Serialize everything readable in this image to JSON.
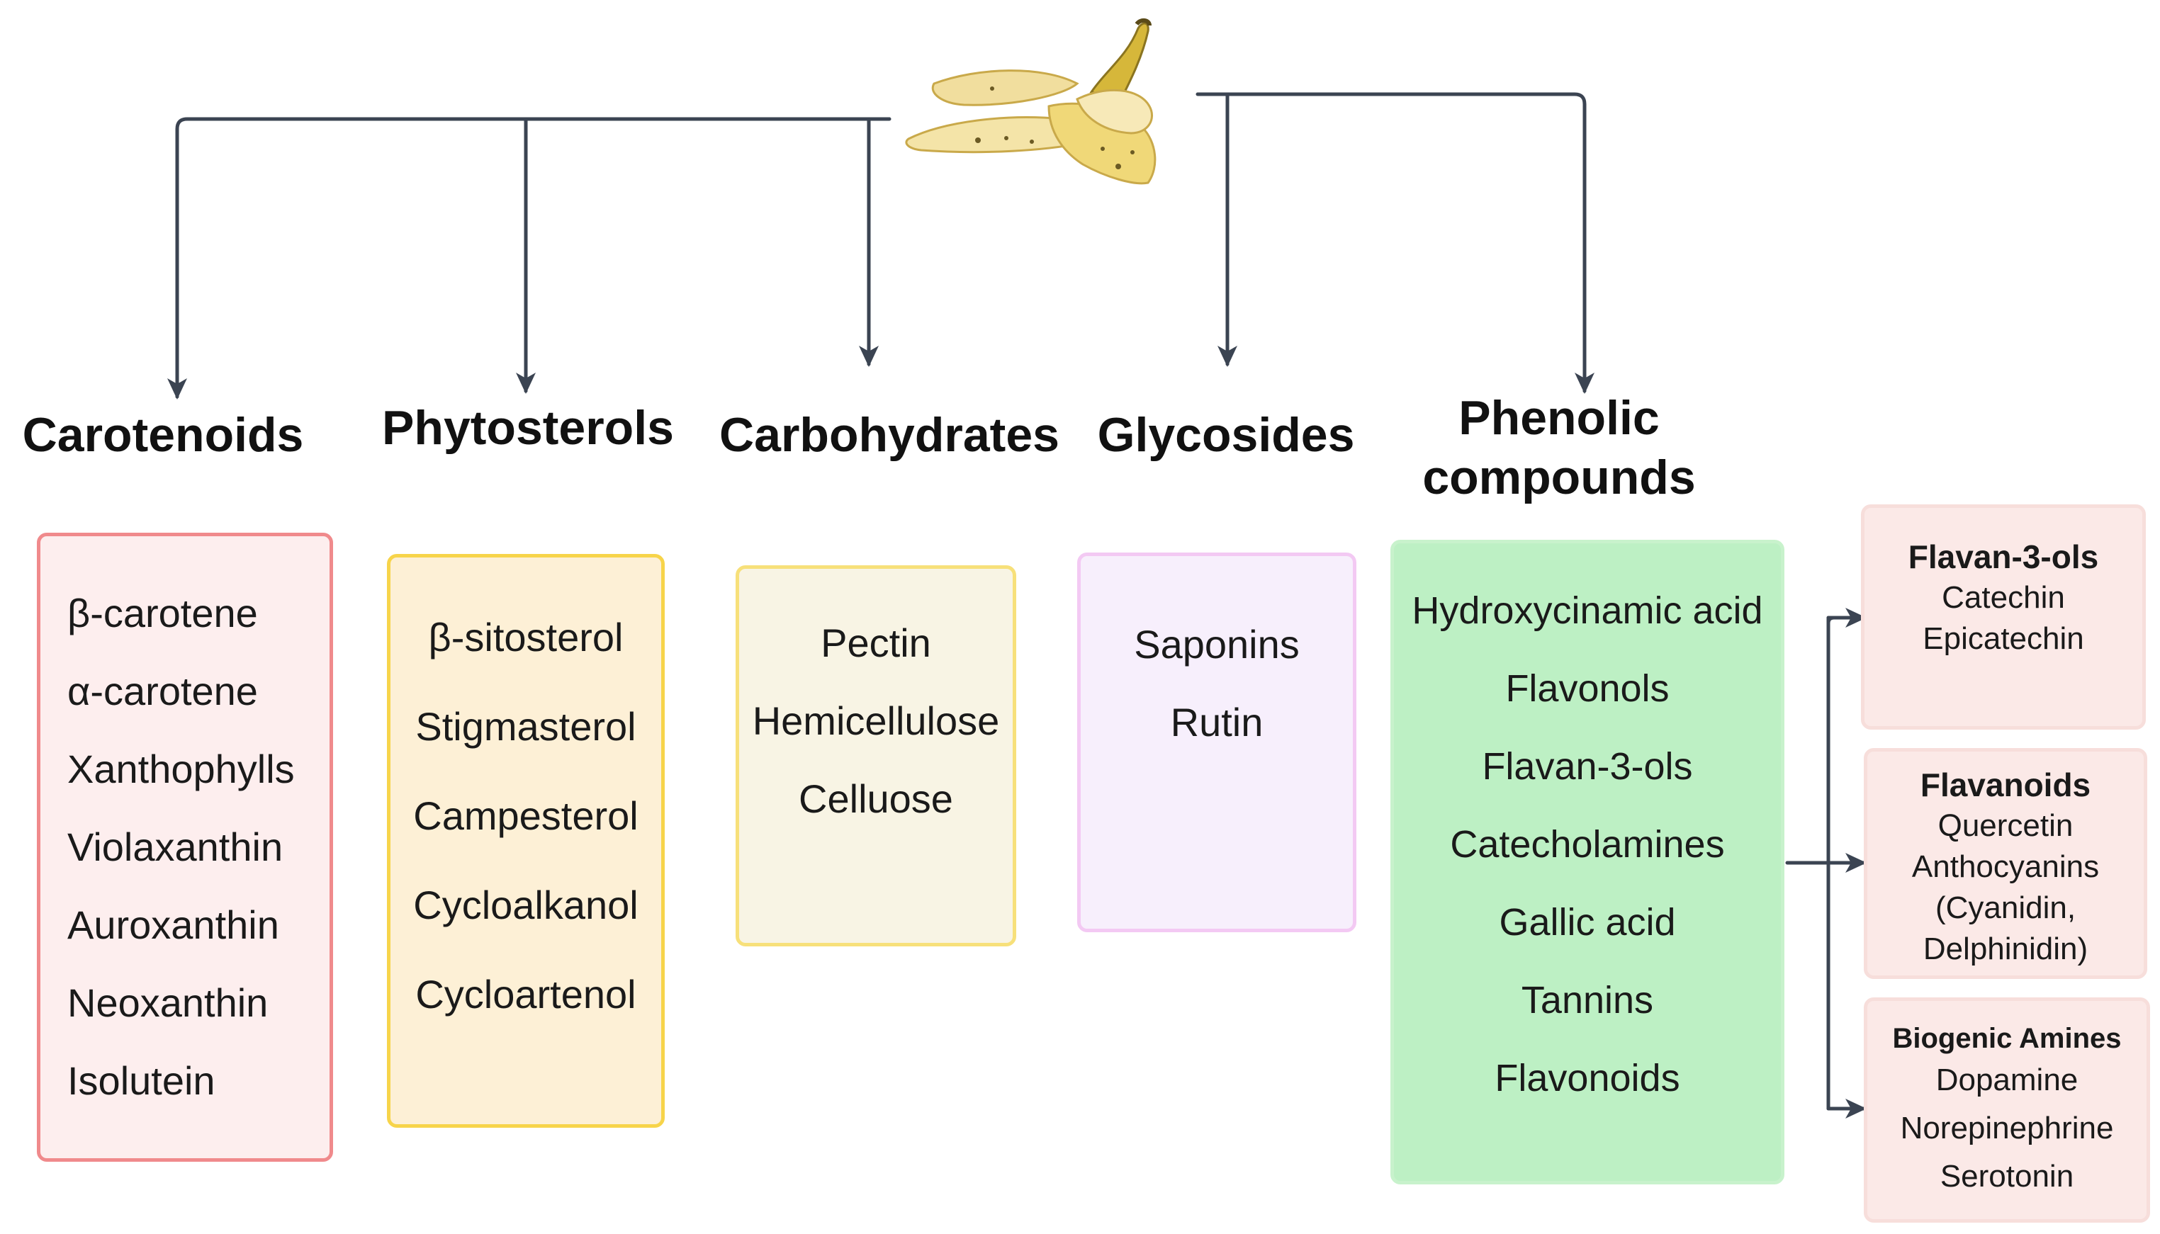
{
  "source": {
    "icon": "banana-peel-icon"
  },
  "categories": [
    {
      "title": "Carotenoids",
      "items": [
        "β-carotene",
        "α-carotene",
        "Xanthophylls",
        "Violaxanthin",
        "Auroxanthin",
        "Neoxanthin",
        "Isolutein"
      ]
    },
    {
      "title": "Phytosterols",
      "items": [
        "β-sitosterol",
        "Stigmasterol",
        "Campesterol",
        "Cycloalkanol",
        "Cycloartenol"
      ]
    },
    {
      "title": "Carbohydrates",
      "items": [
        "Pectin",
        "Hemicellulose",
        "Celluose"
      ]
    },
    {
      "title": "Glycosides",
      "items": [
        "Saponins",
        "Rutin"
      ]
    },
    {
      "title_line1": "Phenolic",
      "title_line2": "compounds",
      "items": [
        "Hydroxycinamic acid",
        "Flavonols",
        "Flavan-3-ols",
        "Catecholamines",
        "Gallic acid",
        "Tannins",
        "Flavonoids"
      ]
    }
  ],
  "subgroups": [
    {
      "title": "Flavan-3-ols",
      "items": [
        "Catechin",
        "Epicatechin"
      ]
    },
    {
      "title": "Flavanoids",
      "items": [
        "Quercetin",
        "Anthocyanins",
        "(Cyanidin,",
        "Delphinidin)"
      ]
    },
    {
      "title": "Biogenic Amines",
      "items": [
        "Dopamine",
        "Norepinephrine",
        "Serotonin"
      ]
    }
  ],
  "colors": {
    "carotenoids_border": "#f08a8c",
    "carotenoids_fill": "#fdeeee",
    "phytosterols_border": "#f7d44a",
    "phytosterols_fill": "#fdf0d6",
    "carbohydrates_border": "#f7e07a",
    "carbohydrates_fill": "#f8f4e4",
    "glycosides_border": "#f3c9f3",
    "glycosides_fill": "#f7effc",
    "phenolic_border": "#c8f2cc",
    "phenolic_fill": "#bdf0c4",
    "subgroup_fill": "#fbe9e7",
    "connector": "#3b4452"
  }
}
